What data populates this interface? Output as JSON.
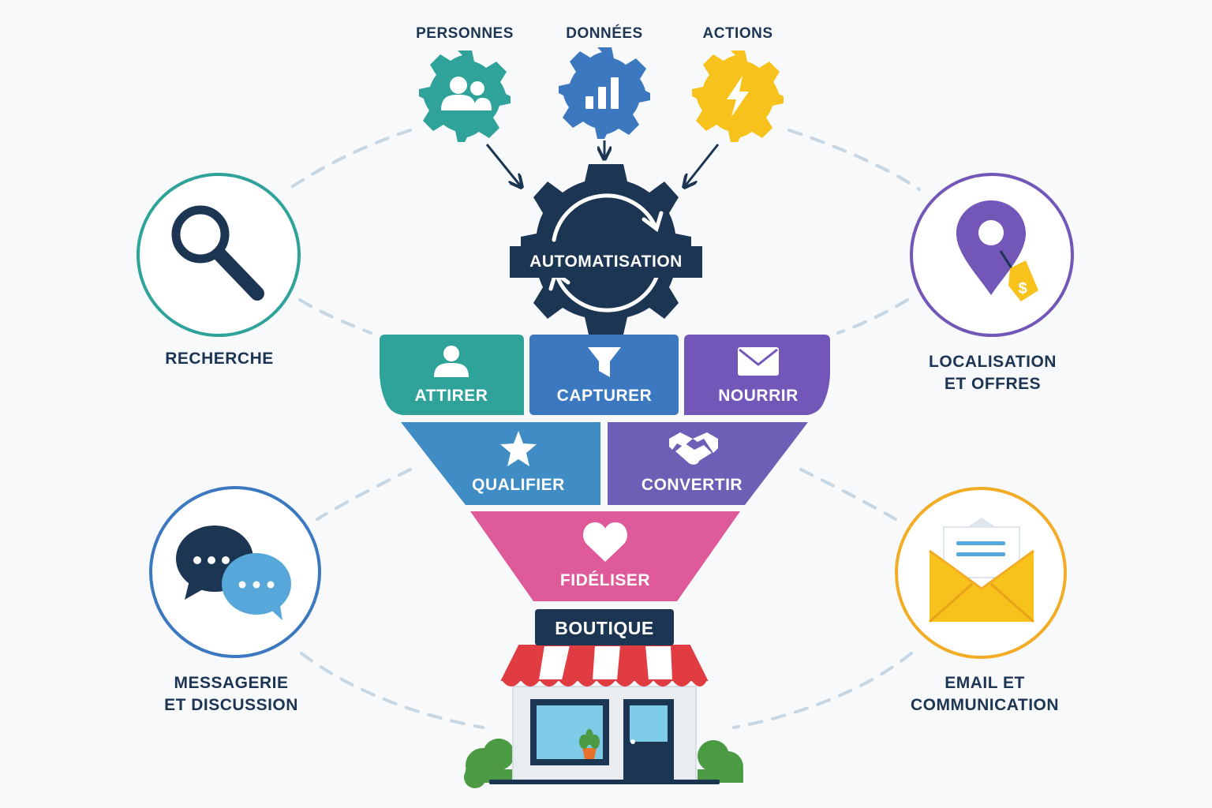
{
  "inputs": {
    "people": "PERSONNES",
    "data": "DONNÉES",
    "actions": "ACTIONS"
  },
  "hub": "AUTOMATISATION",
  "funnel": {
    "row1": [
      "ATTIRER",
      "CAPTURER",
      "NOURRIR"
    ],
    "row2": [
      "QUALIFIER",
      "CONVERTIR"
    ],
    "row3": "FIDÉLISER"
  },
  "store": "BOUTIQUE",
  "channels": {
    "search": "RECHERCHE",
    "location_line1": "LOCALISATION",
    "location_line2": "ET OFFRES",
    "messaging_line1": "MESSAGERIE",
    "messaging_line2": "ET DISCUSSION",
    "email_line1": "EMAIL ET",
    "email_line2": "COMMUNICATION"
  },
  "colors": {
    "teal": "#2fa39a",
    "blue": "#3b78c0",
    "yellow": "#f7c21b",
    "navy": "#1c3553",
    "purple": "#7357b8",
    "light_blue": "#3f8dc4",
    "pink": "#df5a98",
    "orange": "#f2ac25",
    "dash": "#c7d6e3"
  },
  "icons": [
    "people-icon",
    "bar-chart-icon",
    "lightning-icon",
    "cycle-arrows-icon",
    "user-icon",
    "filter-icon",
    "envelope-icon",
    "star-icon",
    "handshake-icon",
    "heart-icon",
    "magnifier-icon",
    "map-pin-price-tag-icon",
    "chat-bubbles-icon",
    "open-envelope-icon",
    "storefront-icon"
  ]
}
